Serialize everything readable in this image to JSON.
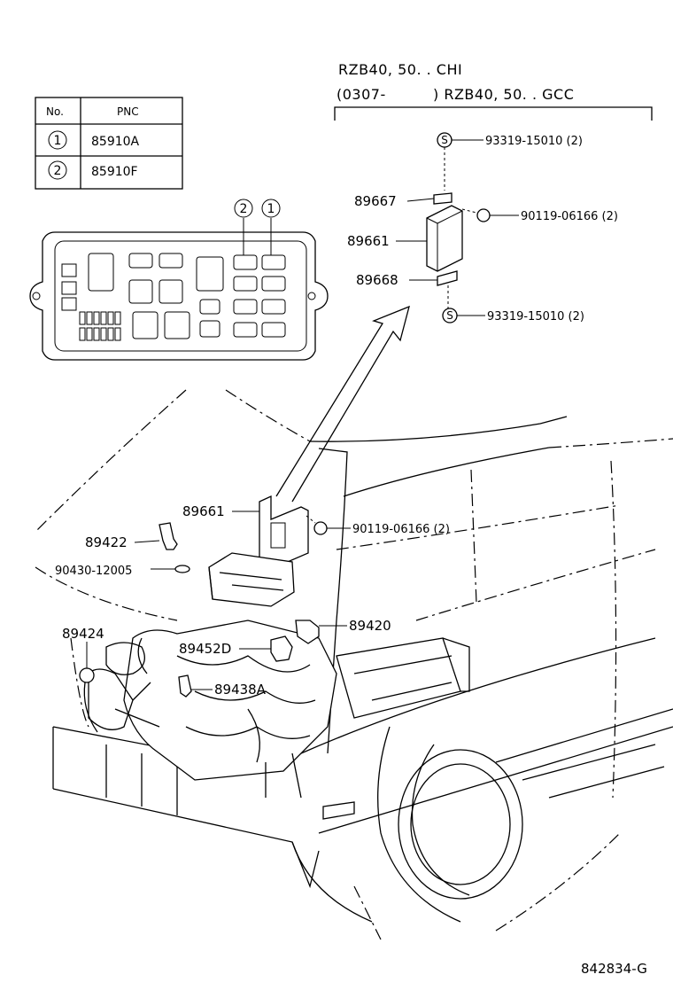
{
  "header": {
    "line1": "RZB40, 50. . CHI",
    "line2_left": "(0307-",
    "line2_right": ") RZB40, 50. . GCC"
  },
  "table": {
    "col_no": "No.",
    "col_pnc": "PNC",
    "rows": [
      {
        "no": "1",
        "pnc": "85910A"
      },
      {
        "no": "2",
        "pnc": "85910F"
      }
    ]
  },
  "relay_box": {
    "marker_2": "2",
    "marker_1": "1"
  },
  "parts": {
    "screw_top": "93319-15010 (2)",
    "bracket_upper": "89667",
    "bolt_upper": "90119-06166 (2)",
    "ecu_upper": "89661",
    "bracket_lower": "89668",
    "screw_bottom": "93319-15010 (2)",
    "ecu_main": "89661",
    "bolt_main": "90119-06166 (2)",
    "sensor_left": "89422",
    "gasket": "90430-12005",
    "sensor_right": "89420",
    "sensor_front": "89424",
    "sensor_452": "89452D",
    "sensor_438": "89438A"
  },
  "footer": {
    "drawing_code": "842834-G"
  }
}
